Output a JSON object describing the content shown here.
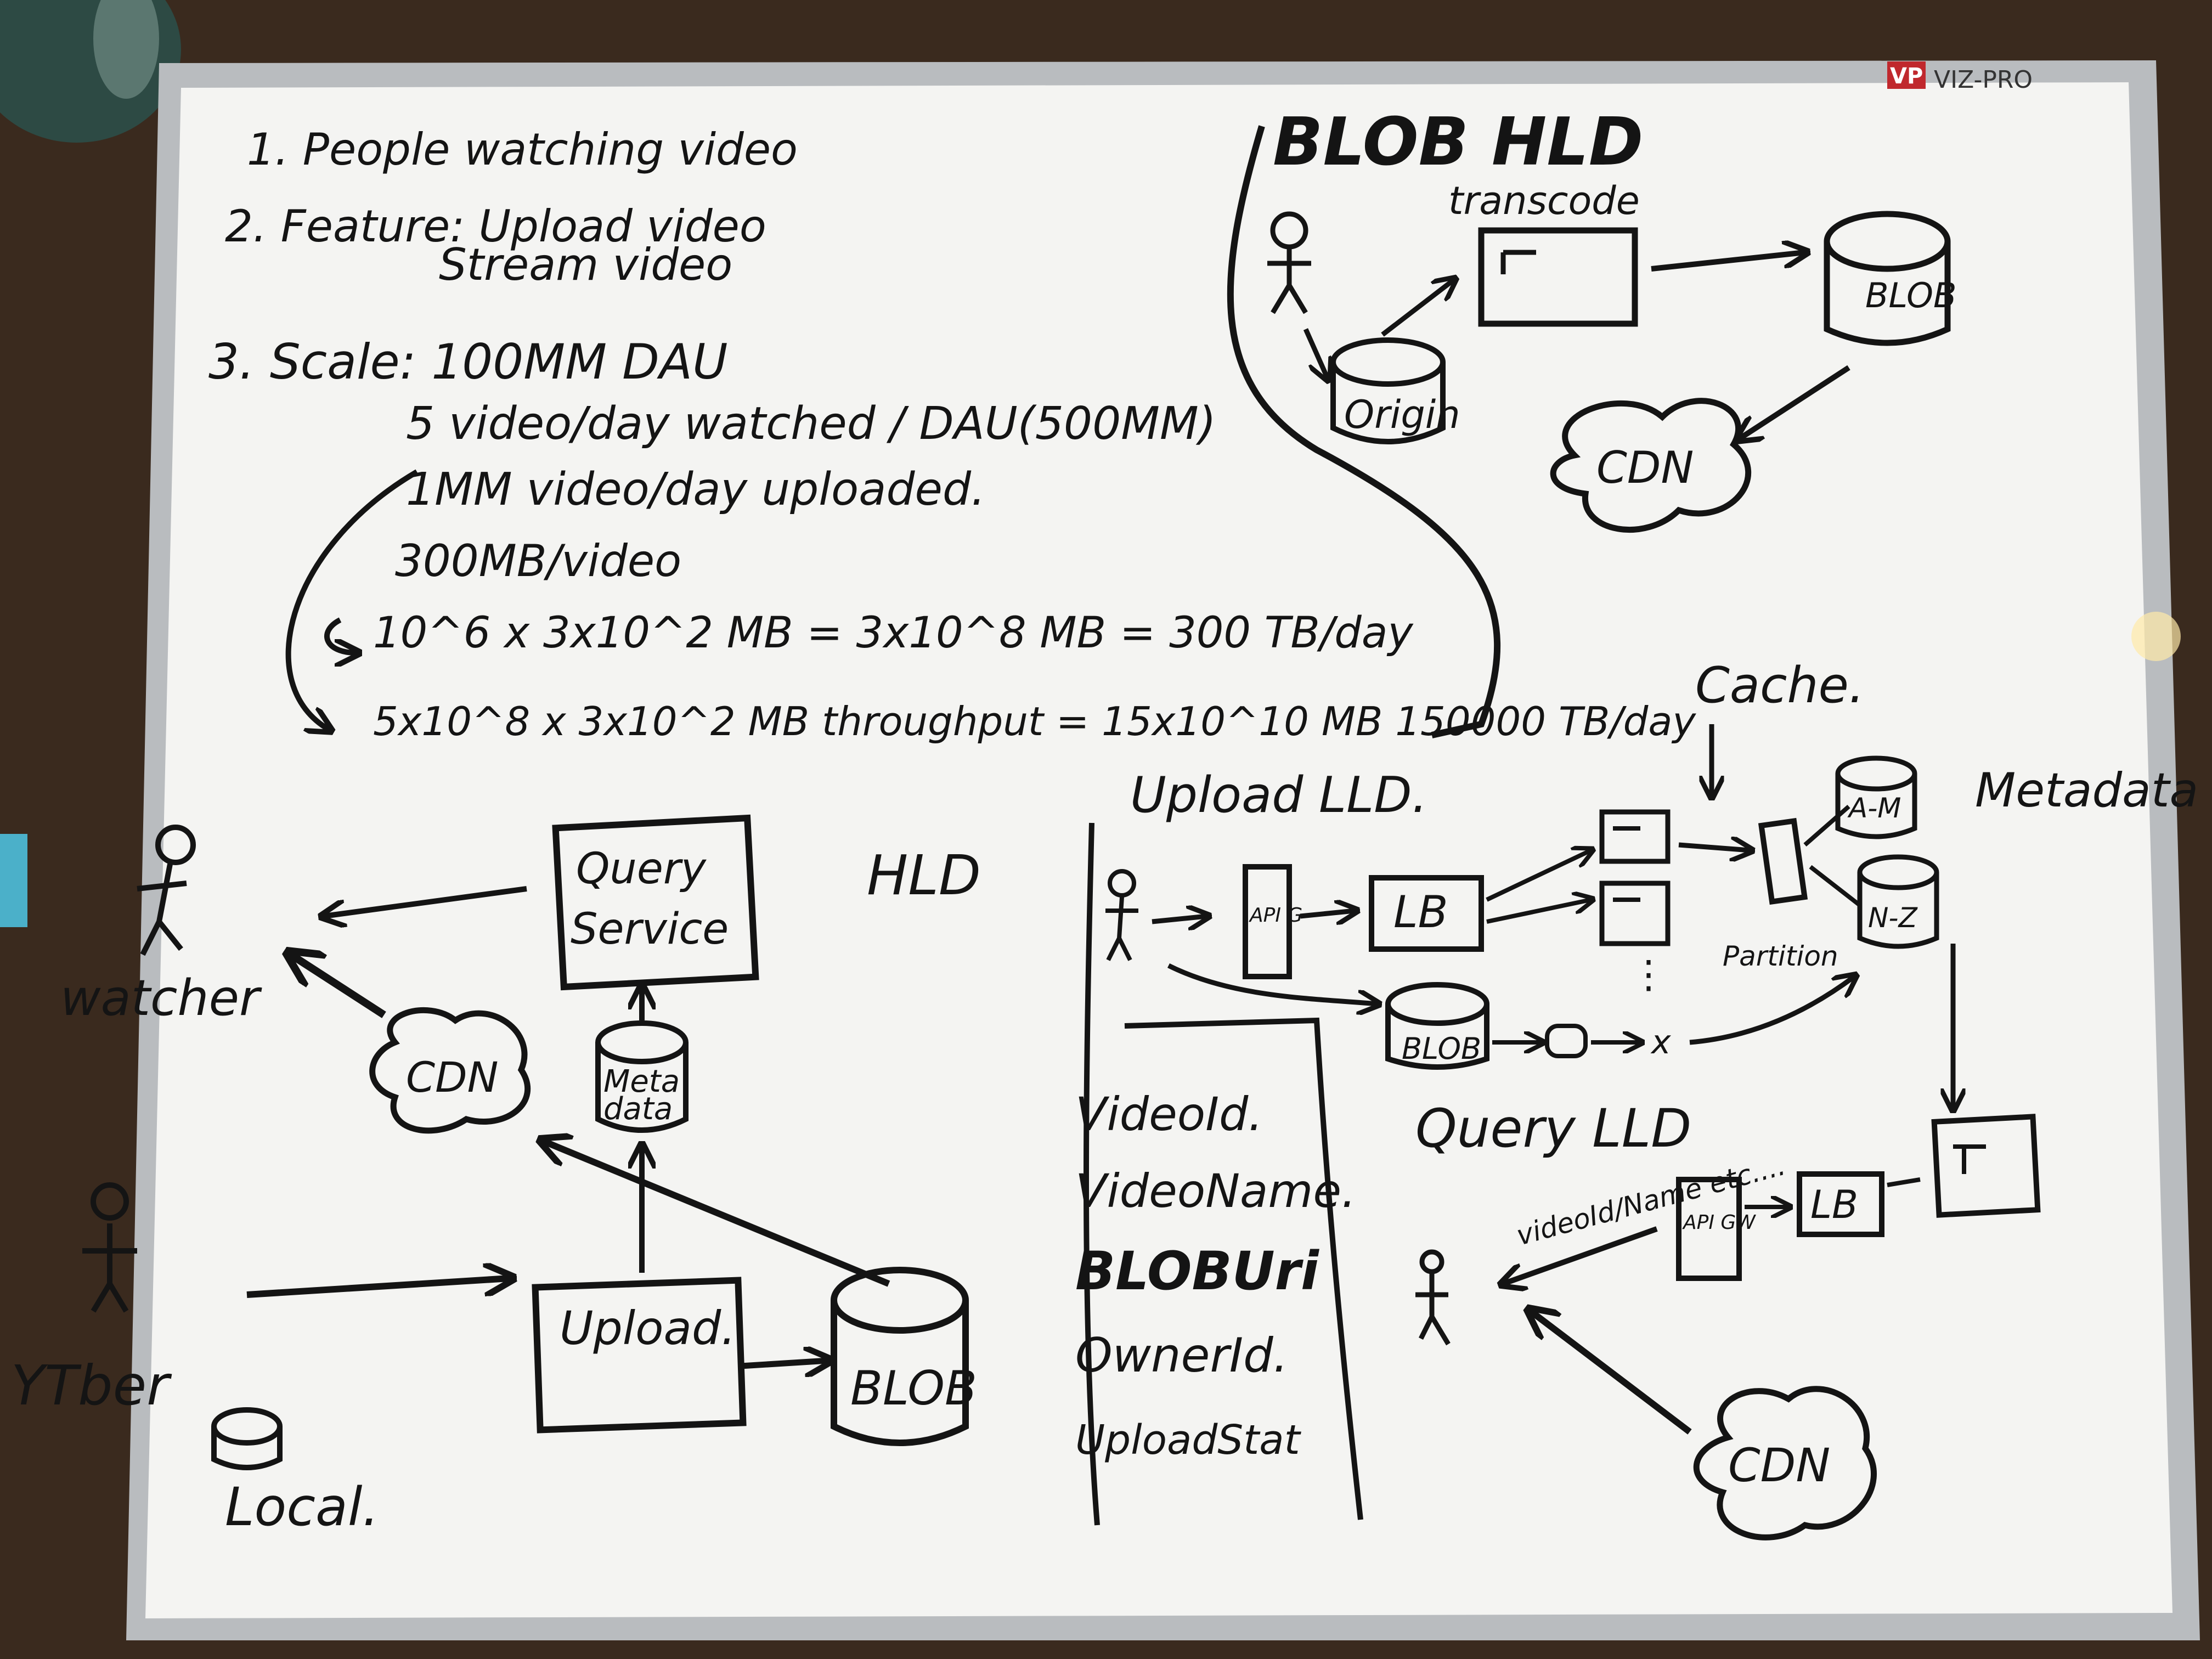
{
  "board": {
    "brand": "VIZ-PRO",
    "brand_logo": "VP",
    "colors": {
      "ink": "#141414",
      "board": "#f4f4f2",
      "frame": "#b9bcbf",
      "table": "#3a2a1e",
      "brand_red": "#c0282d"
    }
  },
  "requirements": {
    "line1": "1. People watching video",
    "line2": "2. Feature: Upload video",
    "line2b": "Stream video",
    "line3": "3. Scale: 100MM DAU",
    "line4": "5 video/day watched / DAU(500MM)",
    "line5": "1MM video/day uploaded.",
    "line6": "300MB/video",
    "line7": "10^6 x 3x10^2 MB = 3x10^8 MB = 300 TB/day",
    "line8": "5x10^8 x 3x10^2 MB throughput = 15x10^10 MB 150000 TB/day"
  },
  "blob_hld": {
    "title": "BLOB HLD",
    "transcode": "transcode",
    "blob": "BLOB",
    "origin": "Origin",
    "cdn": "CDN"
  },
  "hld": {
    "title": "HLD",
    "watcher": "watcher",
    "query_service_1": "Query",
    "query_service_2": "Service",
    "cdn": "CDN",
    "metadata_1": "Meta",
    "metadata_2": "data",
    "ytber": "YTber",
    "upload": "Upload.",
    "blob": "BLOB",
    "local": "Local."
  },
  "upload_lld": {
    "title": "Upload LLD.",
    "api_gw": "API G",
    "lb": "LB",
    "cache": "Cache.",
    "metadata": "Metadata",
    "shard_a": "A-M",
    "shard_n": "N-Z",
    "partition": "Partition",
    "blob": "BLOB",
    "x_mark": "x",
    "dots": "⋮"
  },
  "schema": {
    "fields": [
      "VideoId.",
      "VideoName.",
      "BLOBUri",
      "OwnerId.",
      "UploadStat"
    ]
  },
  "query_lld": {
    "title": "Query LLD",
    "request": "videoId/Name etc....",
    "api_gw": "API GW",
    "lb": "LB",
    "cdn": "CDN"
  }
}
